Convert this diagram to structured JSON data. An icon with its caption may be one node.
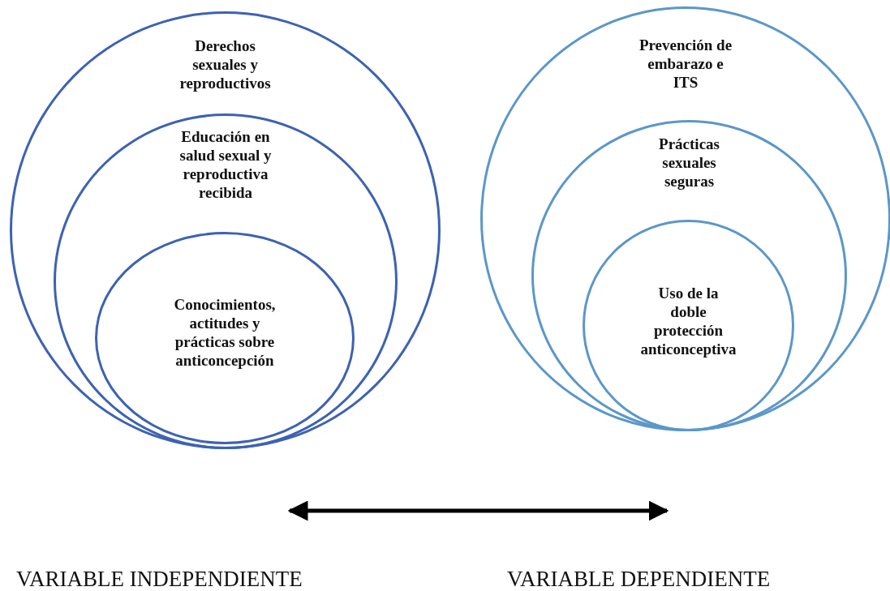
{
  "diagram": {
    "nodes": [
      {
        "text": [
          "Derechos sexuales y reproductivos"
        ]
      },
      {
        "text": [
          "Educación en salud sexual y reproductiva recibida"
        ],
        "in": 0
      },
      {
        "text": [
          "Conocimientos, actitudes y prácticas sobre anticoncepción"
        ],
        "in": 1
      },
      {
        "text": [
          "Prevención de embarazo e ITS"
        ]
      },
      {
        "text": [
          "Prácticas sexuales seguras"
        ],
        "in": 3
      },
      {
        "text": [
          "Uso de la doble protección anticonceptiva"
        ],
        "in": 4
      },
      {
        "text": [
          "VARIABLE INDEPENDIENTE"
        ]
      },
      {
        "text": [
          "VARIABLE DEPENDIENTE"
        ]
      }
    ],
    "edges": [
      {
        "from": 6,
        "to": 7,
        "arrow": "both"
      }
    ]
  }
}
